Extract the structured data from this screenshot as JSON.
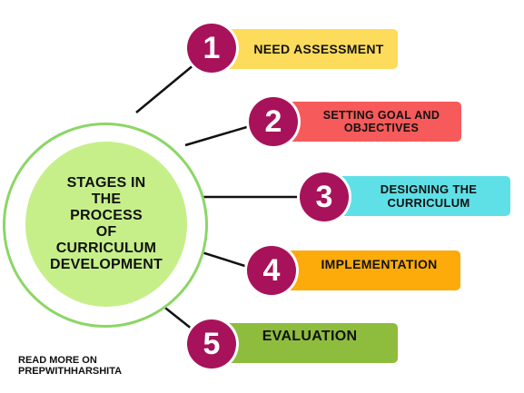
{
  "center": {
    "text": "STAGES IN\nTHE\nPROCESS\nOF\nCURRICULUM\nDEVELOPMENT"
  },
  "stages": [
    {
      "number": "1",
      "label": "NEED ASSESSMENT",
      "box_color": "#fddc5c",
      "circle_color": "#a8125a"
    },
    {
      "number": "2",
      "label": "SETTING GOAL AND\nOBJECTIVES",
      "box_color": "#f65a5a",
      "circle_color": "#a8125a"
    },
    {
      "number": "3",
      "label": "DESIGNING THE\nCURRICULUM",
      "box_color": "#5ee0e6",
      "circle_color": "#a8125a"
    },
    {
      "number": "4",
      "label": "IMPLEMENTATION",
      "box_color": "#fdab0a",
      "circle_color": "#a8125a"
    },
    {
      "number": "5",
      "label": "EVALUATION",
      "box_color": "#8ebd3e",
      "circle_color": "#a8125a"
    }
  ],
  "footer": {
    "text": "READ MORE ON\nPREPWITHHARSHITA"
  }
}
